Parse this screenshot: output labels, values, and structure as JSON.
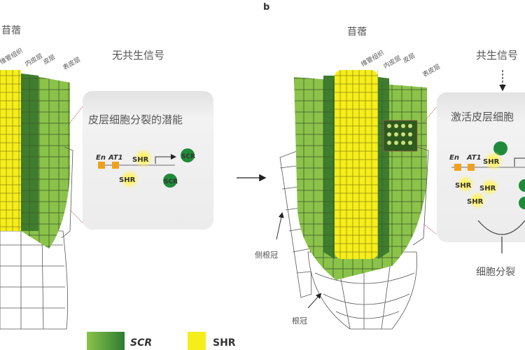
{
  "panel_label": "b",
  "colors": {
    "scr_dark": "#2e7d32",
    "scr_light": "#8bc34a",
    "shr": "#f5ee1a",
    "promoter": "#f0a020",
    "panel_bg": "#ececec"
  },
  "left": {
    "title": "苜蓿",
    "tissue_labels": [
      "维管组织",
      "内皮层",
      "皮层",
      "表皮层"
    ],
    "condition": "无共生信号",
    "box_title": "皮层细胞分裂的潜能",
    "gene": {
      "en": "En",
      "at1": "AT1",
      "shr_bound": "SHR",
      "shr_free": "SHR",
      "scr1": "SCR",
      "scr2": "SCR"
    }
  },
  "right": {
    "title": "苜蓿",
    "tissue_labels": [
      "维管组织",
      "内皮层",
      "皮层",
      "表皮层"
    ],
    "condition": "共生信号",
    "box_title": "激活皮层细胞",
    "gene": {
      "en": "En",
      "at1": "AT1",
      "shr_bound": "SHR",
      "shr_free": [
        "SHR",
        "SHR",
        "SHR"
      ]
    },
    "result": "细胞分裂",
    "lateral_root_cap": "侧根冠",
    "root_cap": "根冠"
  },
  "legend": [
    {
      "label": "SCR"
    },
    {
      "label": "SHR"
    }
  ]
}
